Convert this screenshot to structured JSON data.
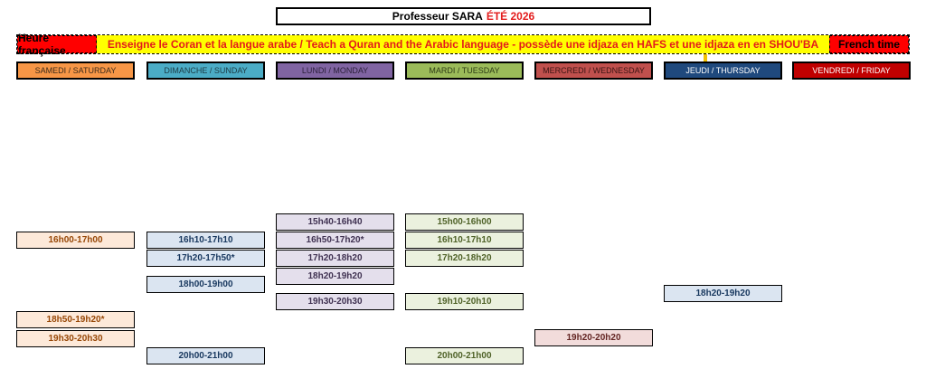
{
  "title": {
    "prefix": "Professeur SARA",
    "season": "ÉTÉ 2026"
  },
  "banner": {
    "left": "Heure française",
    "middle": "Enseigne le Coran et la langue arabe / Teach a Quran and the Arabic language - possède une idjaza en HAFS et une idjaza en en SHOU'BA",
    "right": "French time"
  },
  "days": [
    {
      "label": "SAMEDI / SATURDAY",
      "color": "#f79646",
      "text": "#3a2a1a"
    },
    {
      "label": "DIMANCHE / SUNDAY",
      "color": "#4bacc6",
      "text": "#1c3a44"
    },
    {
      "label": "LUNDI / MONDAY",
      "color": "#8064a2",
      "text": "#2a1f3a"
    },
    {
      "label": "MARDI / TUESDAY",
      "color": "#9bbb59",
      "text": "#2c3a14"
    },
    {
      "label": "MERCREDI / WEDNESDAY",
      "color": "#c0504d",
      "text": "#3a1413"
    },
    {
      "label": "JEUDI / THURSDAY",
      "color": "#1f497d",
      "text": "#ffffff"
    },
    {
      "label": "VENDREDI / FRIDAY",
      "color": "#c00000",
      "text": "#ffffff"
    }
  ],
  "slots": {
    "saturday": [
      "16h00-17h00",
      "18h50-19h20*",
      "19h30-20h30"
    ],
    "sunday": [
      "16h10-17h10",
      "17h20-17h50*",
      "18h00-19h00",
      "20h00-21h00"
    ],
    "monday": [
      "15h40-16h40",
      "16h50-17h20*",
      "17h20-18h20",
      "18h20-19h20",
      "19h30-20h30"
    ],
    "tuesday": [
      "15h00-16h00",
      "16h10-17h10",
      "17h20-18h20",
      "19h10-20h10",
      "20h00-21h00"
    ],
    "wednesday": [
      "19h20-20h20"
    ],
    "thursday": [
      "18h20-19h20"
    ],
    "friday": []
  },
  "slot_colors": {
    "saturday": {
      "bg": "#fde9d9",
      "fg": "#974706"
    },
    "sunday": {
      "bg": "#dbe5f1",
      "fg": "#17375e"
    },
    "monday": {
      "bg": "#e4dfec",
      "fg": "#3f3151"
    },
    "tuesday": {
      "bg": "#ebf1de",
      "fg": "#4f6228"
    },
    "wednesday": {
      "bg": "#f2dcdb",
      "fg": "#632523"
    },
    "thursday": {
      "bg": "#dbe5f1",
      "fg": "#17375e"
    }
  }
}
